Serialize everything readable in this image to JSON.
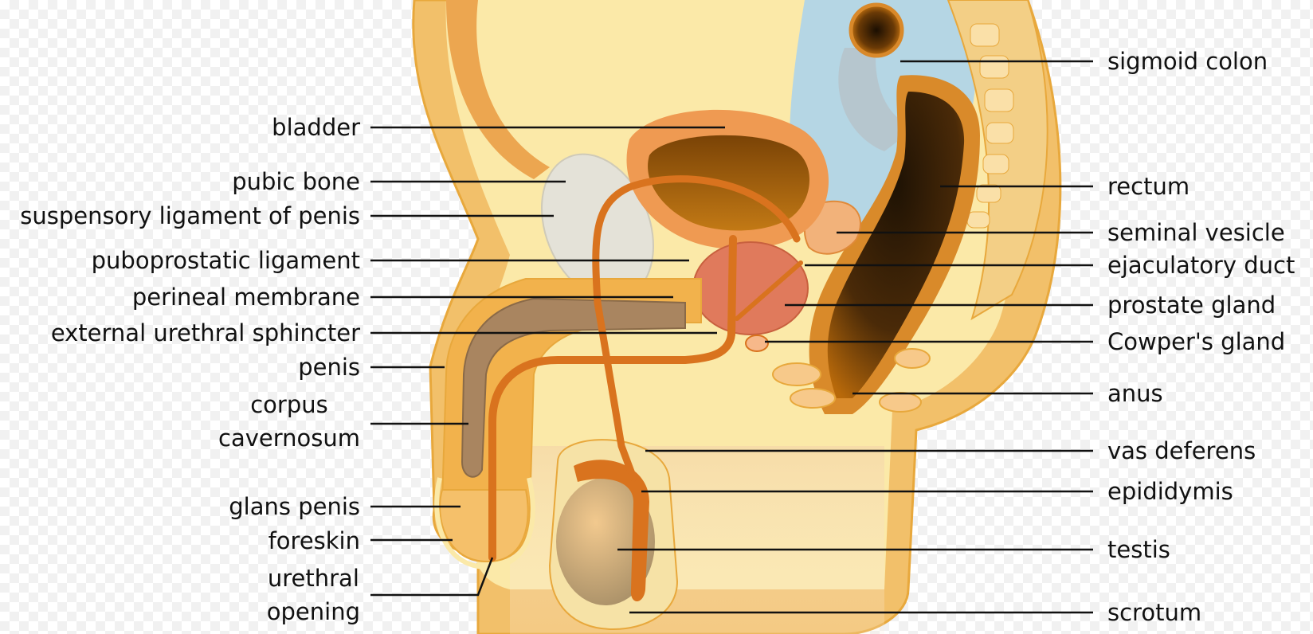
{
  "colors": {
    "skin": "#f5deb0",
    "tissue": "#fbe9a8",
    "body_outline": "#e8a83c",
    "fat": "#f5b84c",
    "bladder_wall": "#ef9a52",
    "bladder_inner": "#b8690a",
    "prostate": "#e07a5c",
    "rectum": "#3a2008",
    "duct": "#d9731e",
    "bone": "#e4e2d8",
    "peritoneum": "#a8d2ee",
    "corpus": "#a98560",
    "testis": "#d7b580",
    "leader": "#111111"
  },
  "labels_left": [
    {
      "id": "bladder",
      "text": "bladder"
    },
    {
      "id": "pubic-bone",
      "text": "pubic bone"
    },
    {
      "id": "suspensory-ligament",
      "text": "suspensory ligament of penis"
    },
    {
      "id": "puboprostatic-ligament",
      "text": "puboprostatic ligament"
    },
    {
      "id": "perineal-membrane",
      "text": "perineal membrane"
    },
    {
      "id": "external-urethral-sphincter",
      "text": "external urethral sphincter"
    },
    {
      "id": "penis",
      "text": "penis"
    },
    {
      "id": "corpus-cavernosum",
      "lines": [
        "corpus",
        "cavernosum"
      ]
    },
    {
      "id": "glans-penis",
      "text": "glans penis"
    },
    {
      "id": "foreskin",
      "text": "foreskin"
    },
    {
      "id": "urethral-opening",
      "lines": [
        "urethral",
        "opening"
      ]
    }
  ],
  "labels_right": [
    {
      "id": "sigmoid-colon",
      "text": "sigmoid colon"
    },
    {
      "id": "rectum",
      "text": "rectum"
    },
    {
      "id": "seminal-vesicle",
      "text": "seminal vesicle"
    },
    {
      "id": "ejaculatory-duct",
      "text": "ejaculatory duct"
    },
    {
      "id": "prostate-gland",
      "text": "prostate gland"
    },
    {
      "id": "cowpers-gland",
      "text": "Cowper's gland"
    },
    {
      "id": "anus",
      "text": "anus"
    },
    {
      "id": "vas-deferens",
      "text": "vas deferens"
    },
    {
      "id": "epididymis",
      "text": "epididymis"
    },
    {
      "id": "testis",
      "text": "testis"
    },
    {
      "id": "scrotum",
      "text": "scrotum"
    }
  ]
}
